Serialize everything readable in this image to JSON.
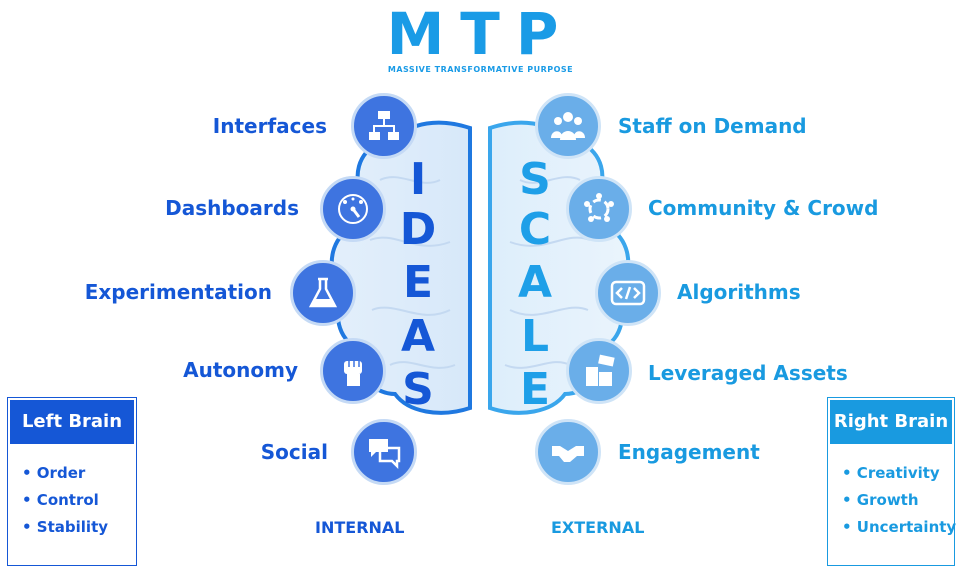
{
  "header": {
    "title": "MTP",
    "subtitle": "MASSIVE TRANSFORMATIVE PURPOSE"
  },
  "left": {
    "word_letters": [
      "I",
      "D",
      "E",
      "A",
      "S"
    ],
    "items": [
      {
        "label": "Interfaces",
        "icon": "flowchart-icon"
      },
      {
        "label": "Dashboards",
        "icon": "gauge-icon"
      },
      {
        "label": "Experimentation",
        "icon": "flask-icon"
      },
      {
        "label": "Autonomy",
        "icon": "fist-icon"
      },
      {
        "label": "Social",
        "icon": "chat-bubbles-icon"
      }
    ],
    "footer": "INTERNAL"
  },
  "right": {
    "word_letters": [
      "S",
      "C",
      "A",
      "L",
      "E"
    ],
    "items": [
      {
        "label": "Staff on Demand",
        "icon": "people-group-icon"
      },
      {
        "label": "Community & Crowd",
        "icon": "community-circle-icon"
      },
      {
        "label": "Algorithms",
        "icon": "code-icon"
      },
      {
        "label": "Leveraged Assets",
        "icon": "rental-boxes-icon"
      },
      {
        "label": "Engagement",
        "icon": "handshake-icon"
      }
    ],
    "footer": "EXTERNAL"
  },
  "left_box": {
    "title": "Left Brain",
    "items": [
      "• Order",
      "• Control",
      "• Stability"
    ]
  },
  "right_box": {
    "title": "Right Brain",
    "items": [
      "• Creativity",
      "• Growth",
      "• Uncertainty"
    ]
  },
  "colors": {
    "left_accent": "#1557d6",
    "right_accent": "#199ae0",
    "left_circle": "#3e74e0",
    "right_circle": "#6aaee9",
    "title": "#1a9be6"
  }
}
